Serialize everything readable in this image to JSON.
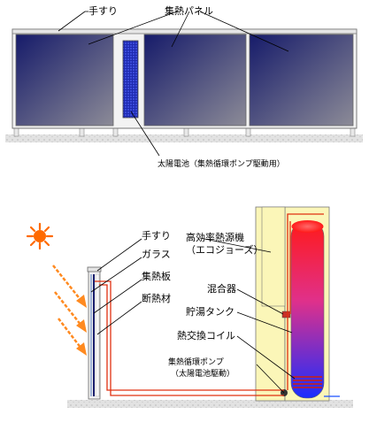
{
  "top_diagram": {
    "labels": {
      "handrail": "手すり",
      "solar_panel": "集熱パネル",
      "pv_cell": "太陽電池（集熱循環ポンプ駆動用）"
    }
  },
  "bottom_diagram": {
    "labels": {
      "handrail": "手すり",
      "glass": "ガラス",
      "collector_plate": "集熱板",
      "insulation": "断熱材",
      "heat_source_line1": "高効率熱源機",
      "heat_source_line2": "（エコジョーズ）",
      "mixer": "混合器",
      "storage_tank": "貯湯タンク",
      "heat_exchange_coil": "熱交換コイル",
      "pump_line1": "集熱循環ポンプ",
      "pump_line2": "（太陽電池駆動）"
    }
  },
  "icons": [
    "sun-icon",
    "sunlight-arrow-icon"
  ],
  "colors": {
    "panel_dark": "#1a1f6e",
    "panel_light": "#8a8a9a",
    "pipe": "#e03010",
    "frame": "#f0f0f0",
    "sun": "#ff6a00",
    "sun_ray": "#ff8a20",
    "heater_body": "#fbf6b8",
    "tank_hot": "#ff1a1a",
    "tank_cold": "#1a2dff",
    "ground": "#d8d8d8"
  }
}
